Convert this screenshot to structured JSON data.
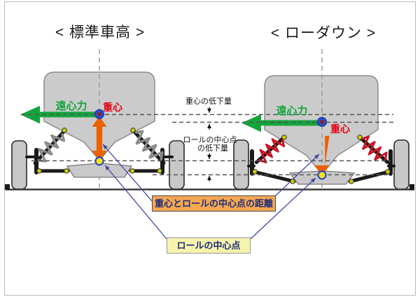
{
  "figure": {
    "panels": {
      "left": {
        "title": "< 標準車高 >",
        "centrifugal_force_label": "遠心力",
        "cg_label": "重心"
      },
      "right": {
        "title": "< ローダウン >",
        "centrifugal_force_label": "遠心力",
        "cg_label": "重心"
      }
    },
    "measurements": {
      "cg_drop_label": "重心の低下量",
      "roll_center_drop_line1": "ロールの中心点",
      "roll_center_drop_line2": "の低下量"
    },
    "callouts": {
      "cg_to_roll_center_distance": "重心とロールの中心点の距離",
      "roll_center_point": "ロールの中心点"
    },
    "colors": {
      "centrifugal_arrow_green": "#12a53c",
      "cg_arrow_orange": "#eb6100",
      "cg_label_red": "#e60012",
      "callout_distance_bg": "#f5a752",
      "callout_roll_bg": "#f6f4ac",
      "callout_text_navy": "#1f2d78",
      "pointer_line_blue": "#4444aa",
      "spring_standard_gray": "#8a8a8a",
      "spring_lowered_red": "#cc1122",
      "body_gray": "#cbcbcb",
      "roll_marker_yellow": "#ffe800",
      "cg_marker_blue": "#2b4bc8"
    }
  }
}
